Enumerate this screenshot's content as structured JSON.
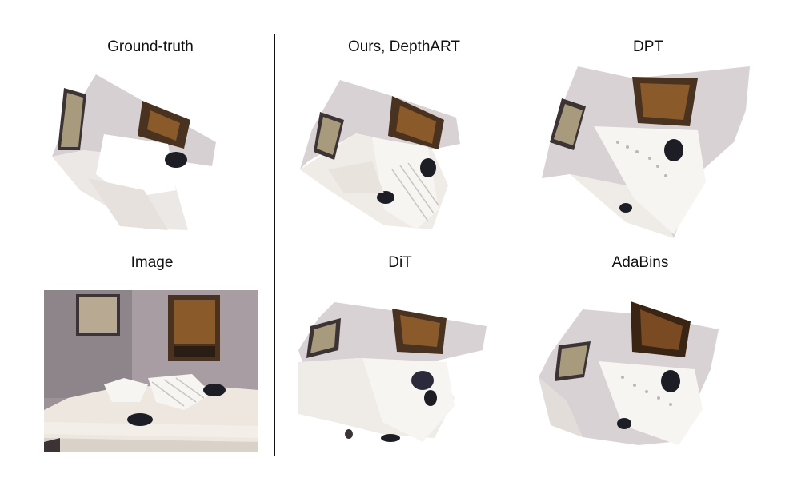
{
  "labels": {
    "ground_truth": "Ground-truth",
    "ours": "Ours, DepthART",
    "dpt": "DPT",
    "image": "Image",
    "dit": "DiT",
    "adabins": "AdaBins"
  },
  "colors": {
    "wall": "#d8d2d4",
    "wall_shade": "#bdb5ba",
    "floor": "#f1eeeb",
    "poster_dark": "#4a3220",
    "poster_brown": "#8b5a2b",
    "frame_dark": "#3b3334",
    "blanket": "#1d1d26",
    "stripe": "#c9c4c4"
  }
}
